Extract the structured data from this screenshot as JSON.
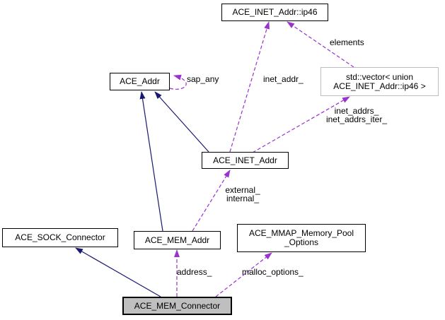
{
  "diagram": {
    "kind": "collaboration-graph",
    "colors": {
      "background": "#ffffff",
      "inheritance_edge": "#191970",
      "usage_edge": "#9a32cd",
      "node_border": "#000000",
      "node_fill": "#ffffff",
      "external_node_border": "#bebebe",
      "selected_node_fill": "#bfbfbf"
    },
    "nodes": {
      "ip46": {
        "label": "ACE_INET_Addr::ip46"
      },
      "ace_addr": {
        "label": "ACE_Addr"
      },
      "vector": {
        "label": "std::vector< union\nACE_INET_Addr::ip46 >"
      },
      "inet_addr": {
        "label": "ACE_INET_Addr"
      },
      "sock_connector": {
        "label": "ACE_SOCK_Connector"
      },
      "mem_addr": {
        "label": "ACE_MEM_Addr"
      },
      "mmap_options": {
        "label": "ACE_MMAP_Memory_Pool\n_Options"
      },
      "mem_connector": {
        "label": "ACE_MEM_Connector"
      }
    },
    "edge_labels": {
      "elements": "elements",
      "sap_any": "sap_any",
      "inet_addr": "inet_addr_",
      "inet_addrs": "inet_addrs_\ninet_addrs_iter_",
      "external_internal": "external_\ninternal_",
      "address": "address_",
      "malloc_options": "malloc_options_"
    },
    "edges": [
      {
        "from": "ACE_MEM_Addr",
        "to": "ACE_Addr",
        "kind": "inheritance",
        "label": ""
      },
      {
        "from": "ACE_INET_Addr",
        "to": "ACE_Addr",
        "kind": "inheritance",
        "label": ""
      },
      {
        "from": "ACE_MEM_Connector",
        "to": "ACE_SOCK_Connector",
        "kind": "inheritance",
        "label": ""
      },
      {
        "from": "ACE_Addr",
        "to": "ACE_Addr",
        "kind": "usage",
        "label": "sap_any"
      },
      {
        "from": "ACE_INET_Addr",
        "to": "ACE_INET_Addr::ip46",
        "kind": "usage",
        "label": "inet_addr_"
      },
      {
        "from": "std::vector< union ACE_INET_Addr::ip46 >",
        "to": "ACE_INET_Addr::ip46",
        "kind": "usage",
        "label": "elements"
      },
      {
        "from": "ACE_INET_Addr",
        "to": "std::vector< union ACE_INET_Addr::ip46 >",
        "kind": "usage",
        "label": "inet_addrs_ inet_addrs_iter_"
      },
      {
        "from": "ACE_MEM_Addr",
        "to": "ACE_INET_Addr",
        "kind": "usage",
        "label": "external_ internal_"
      },
      {
        "from": "ACE_MEM_Connector",
        "to": "ACE_MEM_Addr",
        "kind": "usage",
        "label": "address_"
      },
      {
        "from": "ACE_MEM_Connector",
        "to": "ACE_MMAP_Memory_Pool_Options",
        "kind": "usage",
        "label": "malloc_options_"
      }
    ]
  }
}
